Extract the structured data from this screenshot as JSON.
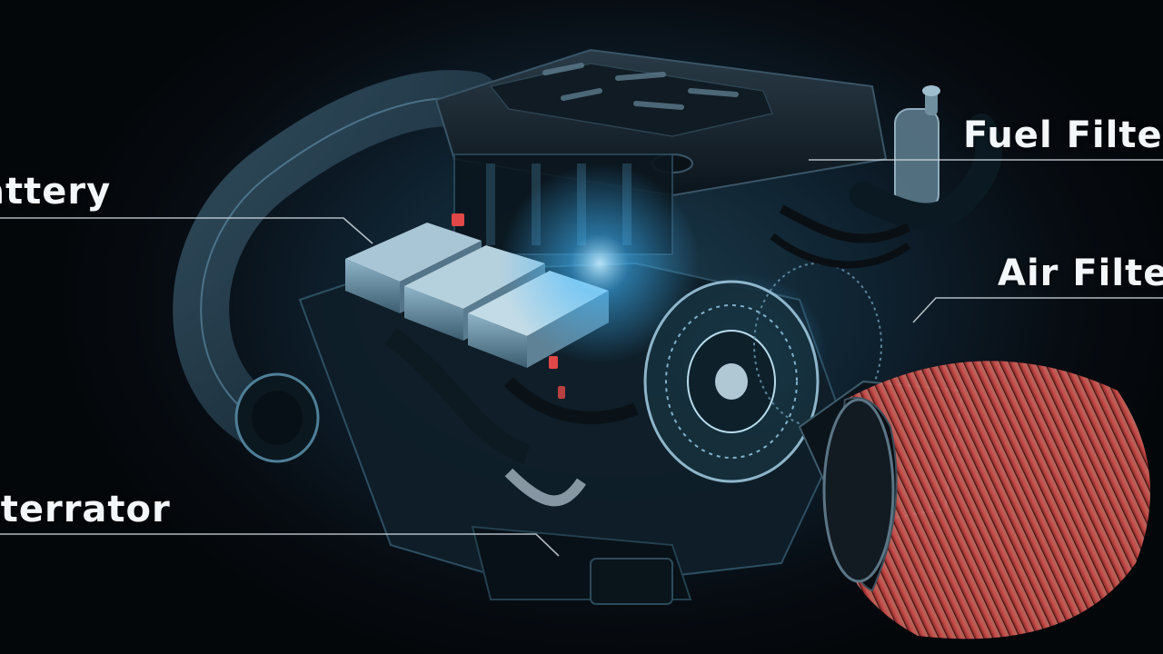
{
  "labels": {
    "battery": "attery",
    "alternator": "lterrator",
    "fuel_filter": "Fuel Filte",
    "air_filter": "Air Filte"
  },
  "colors": {
    "background": "#05090d",
    "glow": "#3fb8ff",
    "filter_red": "#c9403f",
    "label_text": "#f4f7fa",
    "leader_line": "#cfd8de"
  }
}
